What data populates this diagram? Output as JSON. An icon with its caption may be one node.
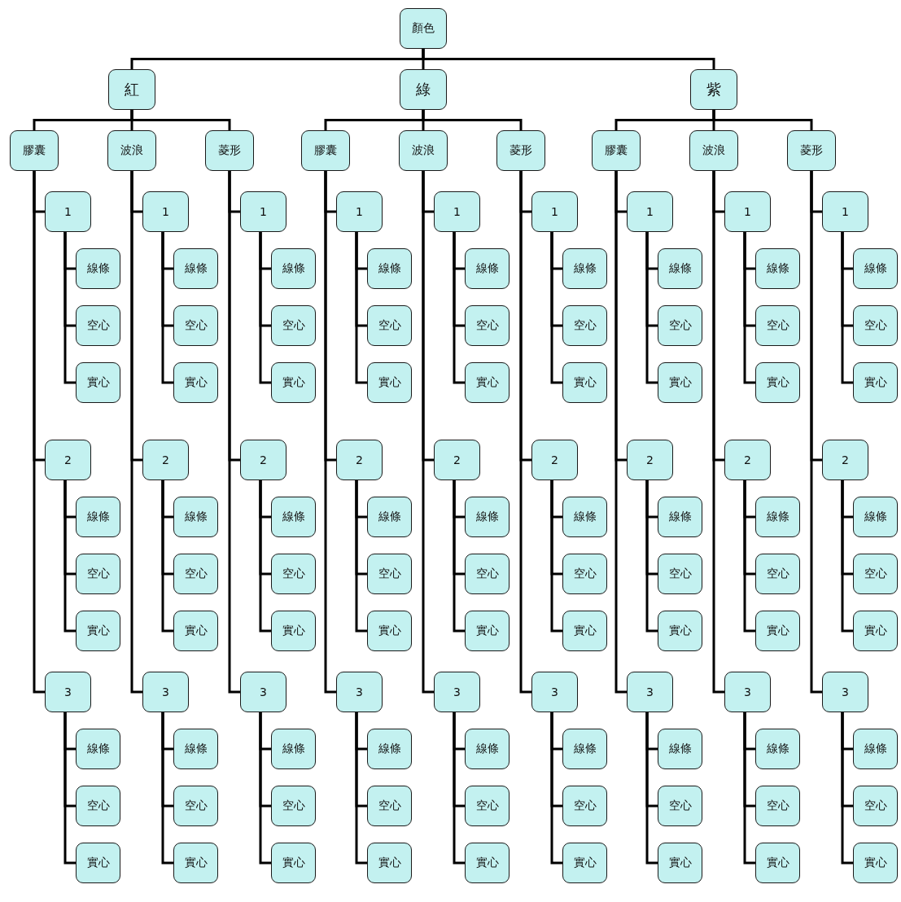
{
  "diagram": {
    "nodes": [
      {
        "text": [
          "顏色"
        ]
      },
      {
        "text": [
          "紅"
        ]
      },
      {
        "text": [
          "膠囊"
        ]
      },
      {
        "text": [
          "1"
        ]
      },
      {
        "text": [
          "線條"
        ]
      },
      {
        "text": [
          "空心"
        ]
      },
      {
        "text": [
          "實心"
        ]
      },
      {
        "text": [
          "2"
        ]
      },
      {
        "text": [
          "線條"
        ]
      },
      {
        "text": [
          "空心"
        ]
      },
      {
        "text": [
          "實心"
        ]
      },
      {
        "text": [
          "3"
        ]
      },
      {
        "text": [
          "線條"
        ]
      },
      {
        "text": [
          "空心"
        ]
      },
      {
        "text": [
          "實心"
        ]
      },
      {
        "text": [
          "波浪"
        ]
      },
      {
        "text": [
          "1"
        ]
      },
      {
        "text": [
          "線條"
        ]
      },
      {
        "text": [
          "空心"
        ]
      },
      {
        "text": [
          "實心"
        ]
      },
      {
        "text": [
          "2"
        ]
      },
      {
        "text": [
          "線條"
        ]
      },
      {
        "text": [
          "空心"
        ]
      },
      {
        "text": [
          "實心"
        ]
      },
      {
        "text": [
          "3"
        ]
      },
      {
        "text": [
          "線條"
        ]
      },
      {
        "text": [
          "空心"
        ]
      },
      {
        "text": [
          "實心"
        ]
      },
      {
        "text": [
          "菱形"
        ]
      },
      {
        "text": [
          "1"
        ]
      },
      {
        "text": [
          "線條"
        ]
      },
      {
        "text": [
          "空心"
        ]
      },
      {
        "text": [
          "實心"
        ]
      },
      {
        "text": [
          "2"
        ]
      },
      {
        "text": [
          "線條"
        ]
      },
      {
        "text": [
          "空心"
        ]
      },
      {
        "text": [
          "實心"
        ]
      },
      {
        "text": [
          "3"
        ]
      },
      {
        "text": [
          "線條"
        ]
      },
      {
        "text": [
          "空心"
        ]
      },
      {
        "text": [
          "實心"
        ]
      },
      {
        "text": [
          "綠"
        ]
      },
      {
        "text": [
          "膠囊"
        ]
      },
      {
        "text": [
          "1"
        ]
      },
      {
        "text": [
          "線條"
        ]
      },
      {
        "text": [
          "空心"
        ]
      },
      {
        "text": [
          "實心"
        ]
      },
      {
        "text": [
          "2"
        ]
      },
      {
        "text": [
          "線條"
        ]
      },
      {
        "text": [
          "空心"
        ]
      },
      {
        "text": [
          "實心"
        ]
      },
      {
        "text": [
          "3"
        ]
      },
      {
        "text": [
          "線條"
        ]
      },
      {
        "text": [
          "空心"
        ]
      },
      {
        "text": [
          "實心"
        ]
      },
      {
        "text": [
          "波浪"
        ]
      },
      {
        "text": [
          "1"
        ]
      },
      {
        "text": [
          "線條"
        ]
      },
      {
        "text": [
          "空心"
        ]
      },
      {
        "text": [
          "實心"
        ]
      },
      {
        "text": [
          "2"
        ]
      },
      {
        "text": [
          "線條"
        ]
      },
      {
        "text": [
          "空心"
        ]
      },
      {
        "text": [
          "實心"
        ]
      },
      {
        "text": [
          "3"
        ]
      },
      {
        "text": [
          "線條"
        ]
      },
      {
        "text": [
          "空心"
        ]
      },
      {
        "text": [
          "實心"
        ]
      },
      {
        "text": [
          "菱形"
        ]
      },
      {
        "text": [
          "1"
        ]
      },
      {
        "text": [
          "線條"
        ]
      },
      {
        "text": [
          "空心"
        ]
      },
      {
        "text": [
          "實心"
        ]
      },
      {
        "text": [
          "2"
        ]
      },
      {
        "text": [
          "線條"
        ]
      },
      {
        "text": [
          "空心"
        ]
      },
      {
        "text": [
          "實心"
        ]
      },
      {
        "text": [
          "3"
        ]
      },
      {
        "text": [
          "線條"
        ]
      },
      {
        "text": [
          "空心"
        ]
      },
      {
        "text": [
          "實心"
        ]
      },
      {
        "text": [
          "紫"
        ]
      },
      {
        "text": [
          "膠囊"
        ]
      },
      {
        "text": [
          "1"
        ]
      },
      {
        "text": [
          "線條"
        ]
      },
      {
        "text": [
          "空心"
        ]
      },
      {
        "text": [
          "實心"
        ]
      },
      {
        "text": [
          "2"
        ]
      },
      {
        "text": [
          "線條"
        ]
      },
      {
        "text": [
          "空心"
        ]
      },
      {
        "text": [
          "實心"
        ]
      },
      {
        "text": [
          "3"
        ]
      },
      {
        "text": [
          "線條"
        ]
      },
      {
        "text": [
          "空心"
        ]
      },
      {
        "text": [
          "實心"
        ]
      },
      {
        "text": [
          "波浪"
        ]
      },
      {
        "text": [
          "1"
        ]
      },
      {
        "text": [
          "線條"
        ]
      },
      {
        "text": [
          "空心"
        ]
      },
      {
        "text": [
          "實心"
        ]
      },
      {
        "text": [
          "2"
        ]
      },
      {
        "text": [
          "線條"
        ]
      },
      {
        "text": [
          "空心"
        ]
      },
      {
        "text": [
          "實心"
        ]
      },
      {
        "text": [
          "3"
        ]
      },
      {
        "text": [
          "線條"
        ]
      },
      {
        "text": [
          "空心"
        ]
      },
      {
        "text": [
          "實心"
        ]
      },
      {
        "text": [
          "菱形"
        ]
      },
      {
        "text": [
          "1"
        ]
      },
      {
        "text": [
          "線條"
        ]
      },
      {
        "text": [
          "空心"
        ]
      },
      {
        "text": [
          "實心"
        ]
      },
      {
        "text": [
          "2"
        ]
      },
      {
        "text": [
          "線條"
        ]
      },
      {
        "text": [
          "空心"
        ]
      },
      {
        "text": [
          "實心"
        ]
      },
      {
        "text": [
          "3"
        ]
      },
      {
        "text": [
          "線條"
        ]
      },
      {
        "text": [
          "空心"
        ]
      },
      {
        "text": [
          "實心"
        ]
      }
    ],
    "edges": [
      {
        "from": 0,
        "to": 1,
        "arrow": "none"
      },
      {
        "from": 1,
        "to": 2,
        "arrow": "none"
      },
      {
        "from": 2,
        "to": 3,
        "arrow": "none"
      },
      {
        "from": 3,
        "to": 4,
        "arrow": "none"
      },
      {
        "from": 3,
        "to": 5,
        "arrow": "none"
      },
      {
        "from": 3,
        "to": 6,
        "arrow": "none"
      },
      {
        "from": 2,
        "to": 7,
        "arrow": "none"
      },
      {
        "from": 7,
        "to": 8,
        "arrow": "none"
      },
      {
        "from": 7,
        "to": 9,
        "arrow": "none"
      },
      {
        "from": 7,
        "to": 10,
        "arrow": "none"
      },
      {
        "from": 2,
        "to": 11,
        "arrow": "none"
      },
      {
        "from": 11,
        "to": 12,
        "arrow": "none"
      },
      {
        "from": 11,
        "to": 13,
        "arrow": "none"
      },
      {
        "from": 11,
        "to": 14,
        "arrow": "none"
      },
      {
        "from": 1,
        "to": 15,
        "arrow": "none"
      },
      {
        "from": 15,
        "to": 16,
        "arrow": "none"
      },
      {
        "from": 16,
        "to": 17,
        "arrow": "none"
      },
      {
        "from": 16,
        "to": 18,
        "arrow": "none"
      },
      {
        "from": 16,
        "to": 19,
        "arrow": "none"
      },
      {
        "from": 15,
        "to": 20,
        "arrow": "none"
      },
      {
        "from": 20,
        "to": 21,
        "arrow": "none"
      },
      {
        "from": 20,
        "to": 22,
        "arrow": "none"
      },
      {
        "from": 20,
        "to": 23,
        "arrow": "none"
      },
      {
        "from": 15,
        "to": 24,
        "arrow": "none"
      },
      {
        "from": 24,
        "to": 25,
        "arrow": "none"
      },
      {
        "from": 24,
        "to": 26,
        "arrow": "none"
      },
      {
        "from": 24,
        "to": 27,
        "arrow": "none"
      },
      {
        "from": 1,
        "to": 28,
        "arrow": "none"
      },
      {
        "from": 28,
        "to": 29,
        "arrow": "none"
      },
      {
        "from": 29,
        "to": 30,
        "arrow": "none"
      },
      {
        "from": 29,
        "to": 31,
        "arrow": "none"
      },
      {
        "from": 29,
        "to": 32,
        "arrow": "none"
      },
      {
        "from": 28,
        "to": 33,
        "arrow": "none"
      },
      {
        "from": 33,
        "to": 34,
        "arrow": "none"
      },
      {
        "from": 33,
        "to": 35,
        "arrow": "none"
      },
      {
        "from": 33,
        "to": 36,
        "arrow": "none"
      },
      {
        "from": 28,
        "to": 37,
        "arrow": "none"
      },
      {
        "from": 37,
        "to": 38,
        "arrow": "none"
      },
      {
        "from": 37,
        "to": 39,
        "arrow": "none"
      },
      {
        "from": 37,
        "to": 40,
        "arrow": "none"
      },
      {
        "from": 0,
        "to": 41,
        "arrow": "none"
      },
      {
        "from": 41,
        "to": 42,
        "arrow": "none"
      },
      {
        "from": 42,
        "to": 43,
        "arrow": "none"
      },
      {
        "from": 43,
        "to": 44,
        "arrow": "none"
      },
      {
        "from": 43,
        "to": 45,
        "arrow": "none"
      },
      {
        "from": 43,
        "to": 46,
        "arrow": "none"
      },
      {
        "from": 42,
        "to": 47,
        "arrow": "none"
      },
      {
        "from": 47,
        "to": 48,
        "arrow": "none"
      },
      {
        "from": 47,
        "to": 49,
        "arrow": "none"
      },
      {
        "from": 47,
        "to": 50,
        "arrow": "none"
      },
      {
        "from": 42,
        "to": 51,
        "arrow": "none"
      },
      {
        "from": 51,
        "to": 52,
        "arrow": "none"
      },
      {
        "from": 51,
        "to": 53,
        "arrow": "none"
      },
      {
        "from": 51,
        "to": 54,
        "arrow": "none"
      },
      {
        "from": 41,
        "to": 55,
        "arrow": "none"
      },
      {
        "from": 55,
        "to": 56,
        "arrow": "none"
      },
      {
        "from": 56,
        "to": 57,
        "arrow": "none"
      },
      {
        "from": 56,
        "to": 58,
        "arrow": "none"
      },
      {
        "from": 56,
        "to": 59,
        "arrow": "none"
      },
      {
        "from": 55,
        "to": 60,
        "arrow": "none"
      },
      {
        "from": 60,
        "to": 61,
        "arrow": "none"
      },
      {
        "from": 60,
        "to": 62,
        "arrow": "none"
      },
      {
        "from": 60,
        "to": 63,
        "arrow": "none"
      },
      {
        "from": 55,
        "to": 64,
        "arrow": "none"
      },
      {
        "from": 64,
        "to": 65,
        "arrow": "none"
      },
      {
        "from": 64,
        "to": 66,
        "arrow": "none"
      },
      {
        "from": 64,
        "to": 67,
        "arrow": "none"
      },
      {
        "from": 41,
        "to": 68,
        "arrow": "none"
      },
      {
        "from": 68,
        "to": 69,
        "arrow": "none"
      },
      {
        "from": 69,
        "to": 70,
        "arrow": "none"
      },
      {
        "from": 69,
        "to": 71,
        "arrow": "none"
      },
      {
        "from": 69,
        "to": 72,
        "arrow": "none"
      },
      {
        "from": 68,
        "to": 73,
        "arrow": "none"
      },
      {
        "from": 73,
        "to": 74,
        "arrow": "none"
      },
      {
        "from": 73,
        "to": 75,
        "arrow": "none"
      },
      {
        "from": 73,
        "to": 76,
        "arrow": "none"
      },
      {
        "from": 68,
        "to": 77,
        "arrow": "none"
      },
      {
        "from": 77,
        "to": 78,
        "arrow": "none"
      },
      {
        "from": 77,
        "to": 79,
        "arrow": "none"
      },
      {
        "from": 77,
        "to": 80,
        "arrow": "none"
      },
      {
        "from": 0,
        "to": 81,
        "arrow": "none"
      },
      {
        "from": 81,
        "to": 82,
        "arrow": "none"
      },
      {
        "from": 82,
        "to": 83,
        "arrow": "none"
      },
      {
        "from": 83,
        "to": 84,
        "arrow": "none"
      },
      {
        "from": 83,
        "to": 85,
        "arrow": "none"
      },
      {
        "from": 83,
        "to": 86,
        "arrow": "none"
      },
      {
        "from": 82,
        "to": 87,
        "arrow": "none"
      },
      {
        "from": 87,
        "to": 88,
        "arrow": "none"
      },
      {
        "from": 87,
        "to": 89,
        "arrow": "none"
      },
      {
        "from": 87,
        "to": 90,
        "arrow": "none"
      },
      {
        "from": 82,
        "to": 91,
        "arrow": "none"
      },
      {
        "from": 91,
        "to": 92,
        "arrow": "none"
      },
      {
        "from": 91,
        "to": 93,
        "arrow": "none"
      },
      {
        "from": 91,
        "to": 94,
        "arrow": "none"
      },
      {
        "from": 81,
        "to": 95,
        "arrow": "none"
      },
      {
        "from": 95,
        "to": 96,
        "arrow": "none"
      },
      {
        "from": 96,
        "to": 97,
        "arrow": "none"
      },
      {
        "from": 96,
        "to": 98,
        "arrow": "none"
      },
      {
        "from": 96,
        "to": 99,
        "arrow": "none"
      },
      {
        "from": 95,
        "to": 100,
        "arrow": "none"
      },
      {
        "from": 100,
        "to": 101,
        "arrow": "none"
      },
      {
        "from": 100,
        "to": 102,
        "arrow": "none"
      },
      {
        "from": 100,
        "to": 103,
        "arrow": "none"
      },
      {
        "from": 95,
        "to": 104,
        "arrow": "none"
      },
      {
        "from": 104,
        "to": 105,
        "arrow": "none"
      },
      {
        "from": 104,
        "to": 106,
        "arrow": "none"
      },
      {
        "from": 104,
        "to": 107,
        "arrow": "none"
      },
      {
        "from": 81,
        "to": 108,
        "arrow": "none"
      },
      {
        "from": 108,
        "to": 109,
        "arrow": "none"
      },
      {
        "from": 109,
        "to": 110,
        "arrow": "none"
      },
      {
        "from": 109,
        "to": 111,
        "arrow": "none"
      },
      {
        "from": 109,
        "to": 112,
        "arrow": "none"
      },
      {
        "from": 108,
        "to": 113,
        "arrow": "none"
      },
      {
        "from": 113,
        "to": 114,
        "arrow": "none"
      },
      {
        "from": 113,
        "to": 115,
        "arrow": "none"
      },
      {
        "from": 113,
        "to": 116,
        "arrow": "none"
      },
      {
        "from": 108,
        "to": 117,
        "arrow": "none"
      },
      {
        "from": 117,
        "to": 118,
        "arrow": "none"
      },
      {
        "from": 117,
        "to": 119,
        "arrow": "none"
      },
      {
        "from": 117,
        "to": 120,
        "arrow": "none"
      }
    ]
  }
}
